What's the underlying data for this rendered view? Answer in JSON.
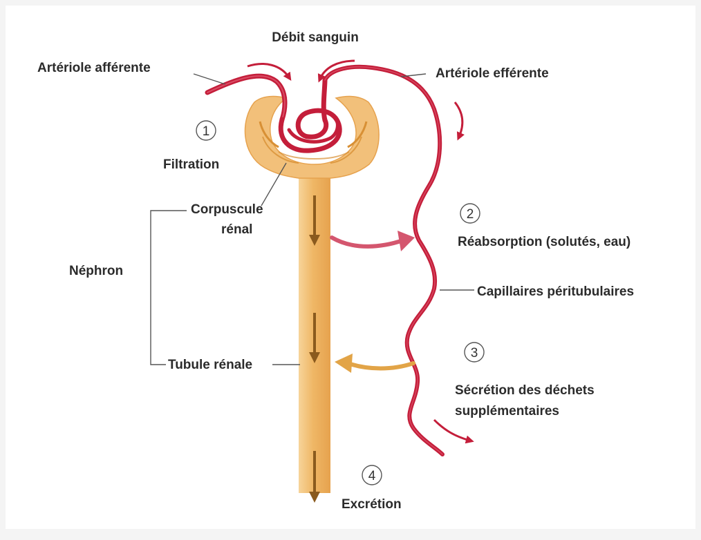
{
  "labels": {
    "blood_flow": "Débit sanguin",
    "afferent": "Artériole afférente",
    "efferent": "Artériole efférente",
    "filtration": "Filtration",
    "corpuscle_line1": "Corpuscule",
    "corpuscle_line2": "rénal",
    "nephron": "Néphron",
    "reabsorption": "Réabsorption (solutés, eau)",
    "capillaries": "Capillaires péritubulaires",
    "tubule": "Tubule rénale",
    "secretion_line1": "Sécrétion des déchets",
    "secretion_line2": "supplémentaires",
    "excretion": "Excrétion"
  },
  "steps": [
    "1",
    "2",
    "3",
    "4"
  ],
  "colors": {
    "vessel": "#c41e3a",
    "tubule": "#f0bb70",
    "tubule_edge": "#e29e48",
    "flow_arrow": "#8a5a1e",
    "reabsorption_arrow": "#d4566e",
    "secretion_arrow": "#e2a447"
  }
}
